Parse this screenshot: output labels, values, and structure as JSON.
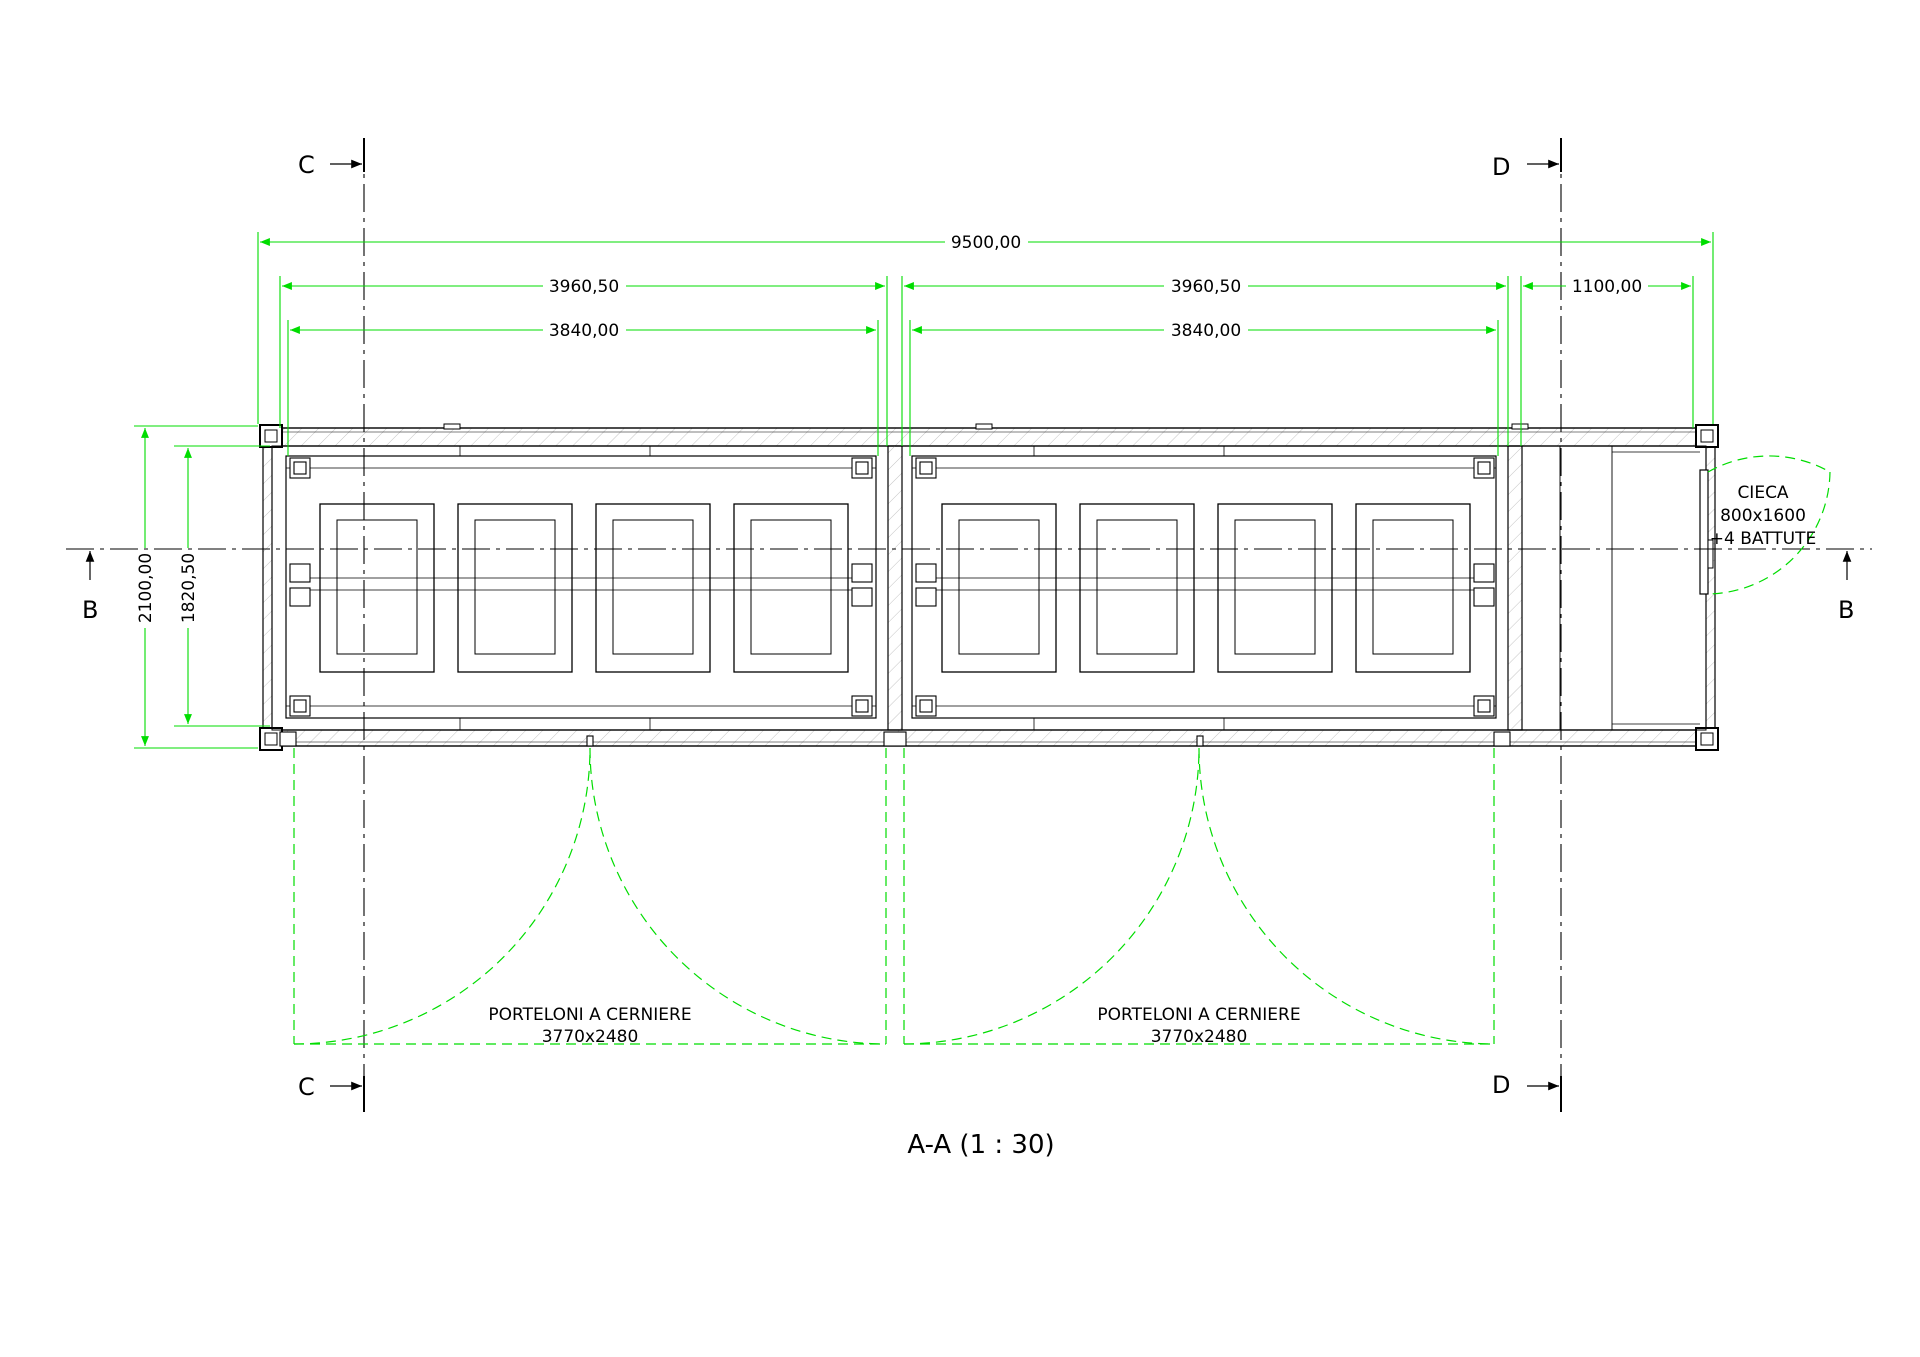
{
  "view_title": "A-A (1 : 30)",
  "section_marks": {
    "c_top": "C",
    "d_top": "D",
    "c_bottom": "C",
    "d_bottom": "D",
    "b_left": "B",
    "b_right": "B"
  },
  "dimensions": {
    "overall_length": "9500,00",
    "bay1_outer": "3960,50",
    "bay2_outer": "3960,50",
    "bay1_inner": "3840,00",
    "bay2_inner": "3840,00",
    "end_room": "1100,00",
    "overall_width": "2100,00",
    "inner_width": "1820,50"
  },
  "notes": {
    "door_left_label": "PORTELONI A CERNIERE",
    "door_left_size": "3770x2480",
    "door_right_label": "PORTELONI A CERNIERE",
    "door_right_size": "3770x2480",
    "blind_door_l1": "CIECA",
    "blind_door_l2": "800x1600",
    "blind_door_l3": "+4 BATTUTE"
  },
  "colors": {
    "dimension": "#00dd00",
    "outline": "#000000",
    "hatch": "#b0b0b0"
  }
}
